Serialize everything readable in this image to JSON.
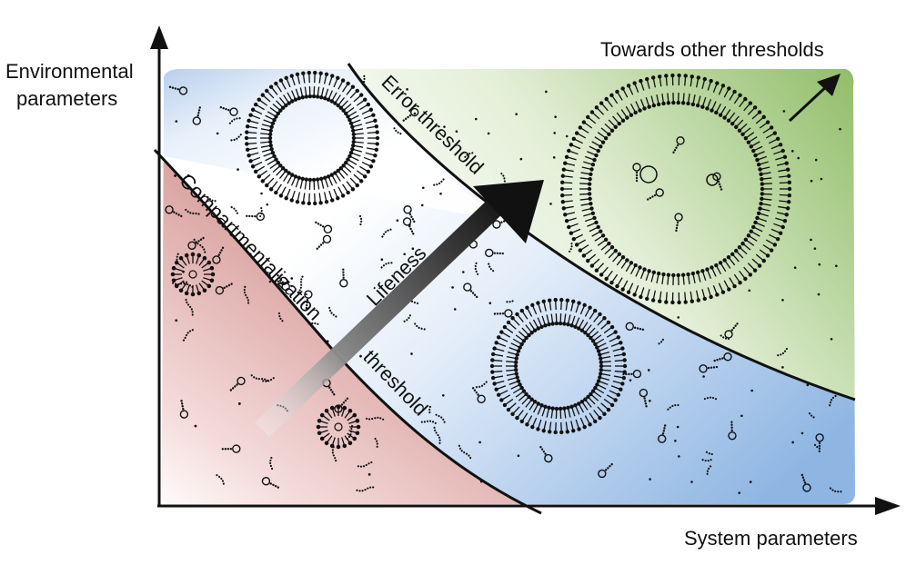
{
  "axes": {
    "y_label_line1": "Environmental",
    "y_label_line2": "parameters",
    "x_label": "System parameters"
  },
  "regions": {
    "compartmentalization_threshold_line1": "Compartmentalization",
    "compartmentalization_threshold_line2": "threshold",
    "error_threshold": "Error threshold",
    "lifeness": "Lifeness",
    "towards_other": "Towards other thresholds"
  },
  "colors": {
    "red_region": "#d89b98",
    "blue_region": "#9ec0e6",
    "green_region": "#9dc47a",
    "ink": "#111111"
  }
}
